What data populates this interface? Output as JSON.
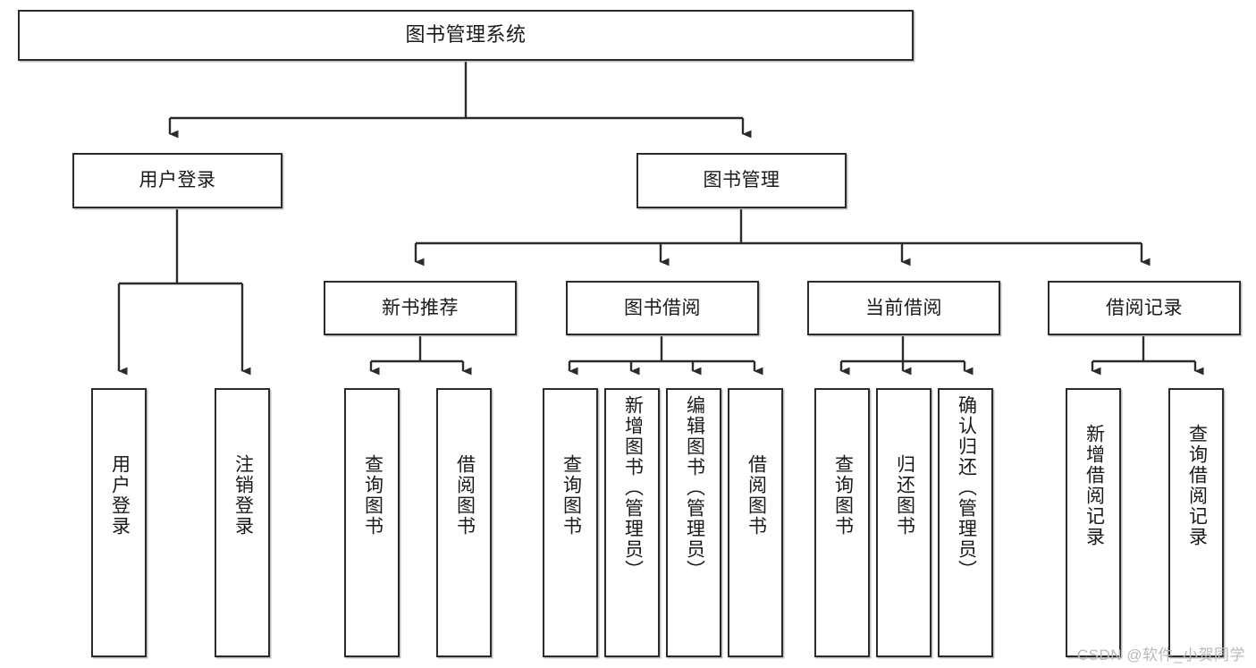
{
  "diagram": {
    "type": "tree-flowchart",
    "title": "图书管理系统",
    "watermark": "CSDN @软件_小贺同学",
    "colors": {
      "box_border": "#2b2b2b",
      "box_fill": "#ffffff",
      "connector": "#2b2b2b",
      "background": "#ffffff",
      "watermark_text": "#b9b9b9"
    },
    "nodes": {
      "root": "图书管理系统",
      "level2": [
        "用户登录",
        "图书管理"
      ],
      "level3": [
        "新书推荐",
        "图书借阅",
        "当前借阅",
        "借阅记录"
      ],
      "leaves": {
        "user_login": [
          "用户登录",
          "注销登录"
        ],
        "new_book_recommend": [
          "查询图书",
          "借阅图书"
        ],
        "book_borrow": [
          "查询图书",
          "新增图书（管理员）",
          "编辑图书（管理员）",
          "借阅图书"
        ],
        "current_borrow": [
          "查询图书",
          "归还图书",
          "确认归还（管理员）"
        ],
        "borrow_record": [
          "新增借阅记录",
          "查询借阅记录"
        ]
      }
    }
  }
}
